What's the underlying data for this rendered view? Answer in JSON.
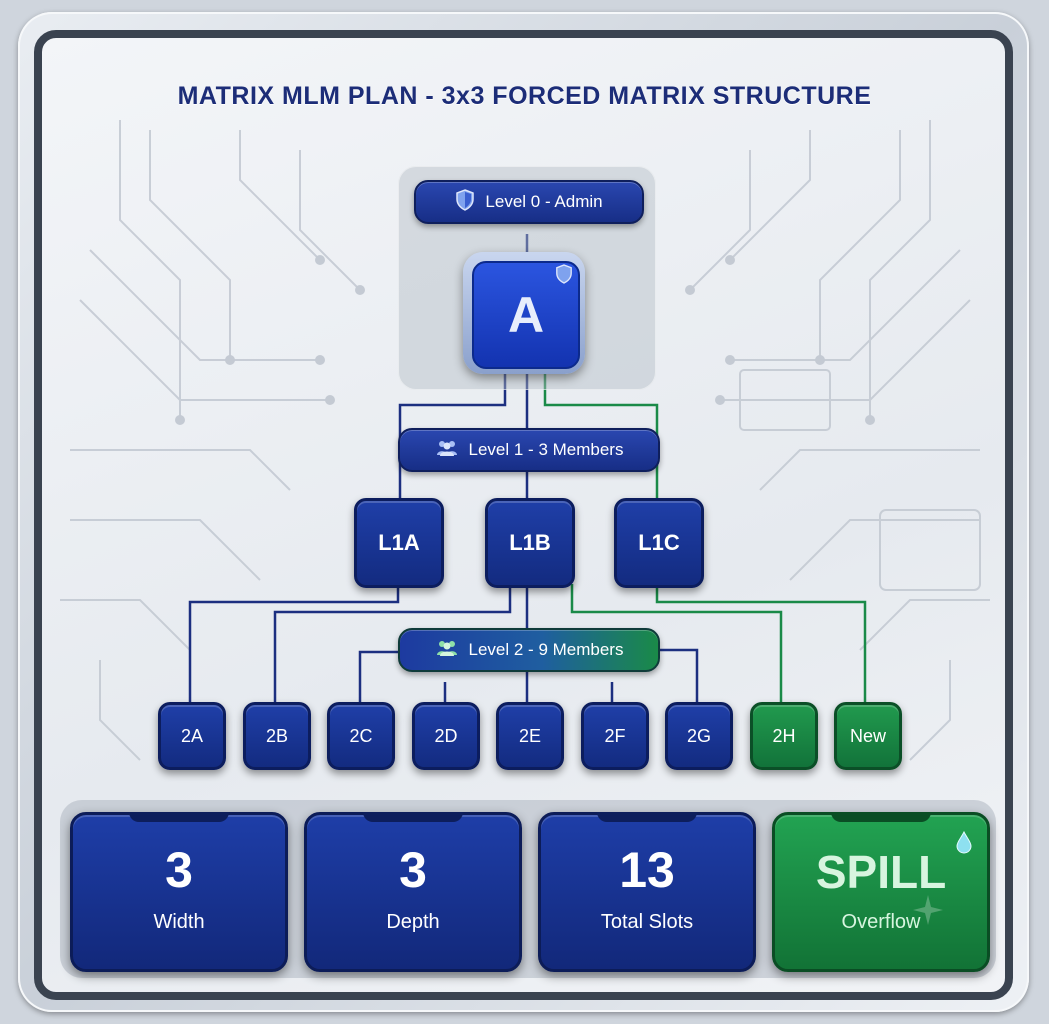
{
  "title": "MATRIX MLM PLAN - 3x3 FORCED MATRIX STRUCTURE",
  "levels": {
    "level0": {
      "label": "Level 0 - Admin",
      "icon": "shield-icon"
    },
    "level1": {
      "label": "Level 1 - 3 Members",
      "icon": "users-icon"
    },
    "level2": {
      "label": "Level 2 - 9 Members",
      "icon": "users-icon"
    }
  },
  "root": {
    "label": "A"
  },
  "level1_nodes": [
    "L1A",
    "L1B",
    "L1C"
  ],
  "level2_nodes": [
    {
      "label": "2A",
      "status": "filled"
    },
    {
      "label": "2B",
      "status": "filled"
    },
    {
      "label": "2C",
      "status": "filled"
    },
    {
      "label": "2D",
      "status": "filled"
    },
    {
      "label": "2E",
      "status": "filled"
    },
    {
      "label": "2F",
      "status": "filled"
    },
    {
      "label": "2G",
      "status": "filled"
    },
    {
      "label": "2H",
      "status": "spillover"
    },
    {
      "label": "New",
      "status": "spillover"
    }
  ],
  "stats": [
    {
      "value": "3",
      "label": "Width"
    },
    {
      "value": "3",
      "label": "Depth"
    },
    {
      "value": "13",
      "label": "Total Slots"
    },
    {
      "value": "SPILL",
      "label": "Overflow",
      "icon": "droplet-icon"
    }
  ],
  "colors": {
    "primary_blue": "#1a36a0",
    "spill_green": "#1a8a48",
    "title_navy": "#1c2d78"
  }
}
